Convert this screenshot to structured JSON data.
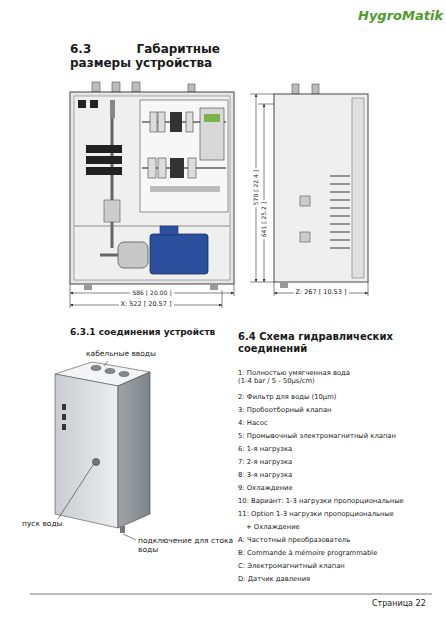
{
  "diagram": {
    "title": "6.3 Габаритные размеры устройства",
    "labels": [
      "HygroMatik",
      "586 [ 20.00 ]",
      "X: 522 [ 20.57 ]",
      "570 [ 22.4 ]",
      "641 [ 25.2 ]",
      "Z: 267 [ 10.53 ]",
      "6.3.1 соединения устройств",
      "кабельные вводы",
      "пуск воды",
      "подключение для стока воды",
      "6.4 Схема гидравлических соединений",
      "1: Полностью умягченная вода (1-4 bar / 5 - 50µs/cm)",
      "2: Фильтр для воды (10µm)",
      "3: Пробоотборный клапан",
      "4: Насос",
      "5: Промывочный электромагнитный клапан",
      "6: 1-я нагрузка",
      "7: 2-я нагрузка",
      "8: 3-я нагрузка",
      "9: Охлаждение",
      "10: Вариант: 1-3 нагрузки пропорциональные",
      "11: Option 1-3 нагрузки пропорциональные",
      "+ Охлаждение",
      "A: Частотный преобразователь",
      "B: Commande à mémoire programmable",
      "C: Электромагнитный клапан",
      "D: Датчик давления",
      "Страница 22"
    ]
  }
}
